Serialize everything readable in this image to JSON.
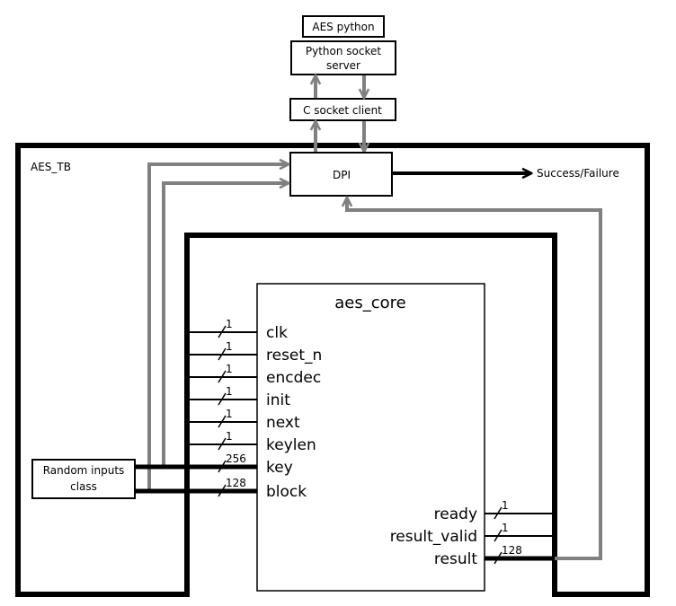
{
  "colors": {
    "line": "#000000",
    "flow": "#808080",
    "background": "#ffffff"
  },
  "boxes": {
    "aes_python": "AES python",
    "python_server_line1": "Python socket",
    "python_server_line2": "server",
    "c_client": "C socket client",
    "dpi": "DPI",
    "testbench": "AES_TB",
    "random_line1": "Random inputs",
    "random_line2": "class",
    "core": "aes_core"
  },
  "result_output": "Success/Failure",
  "inputs": [
    {
      "name": "clk",
      "width": "1"
    },
    {
      "name": "reset_n",
      "width": "1"
    },
    {
      "name": "encdec",
      "width": "1"
    },
    {
      "name": "init",
      "width": "1"
    },
    {
      "name": "next",
      "width": "1"
    },
    {
      "name": "keylen",
      "width": "1"
    },
    {
      "name": "key",
      "width": "256"
    },
    {
      "name": "block",
      "width": "128"
    }
  ],
  "outputs": [
    {
      "name": "ready",
      "width": "1"
    },
    {
      "name": "result_valid",
      "width": "1"
    },
    {
      "name": "result",
      "width": "128"
    }
  ]
}
